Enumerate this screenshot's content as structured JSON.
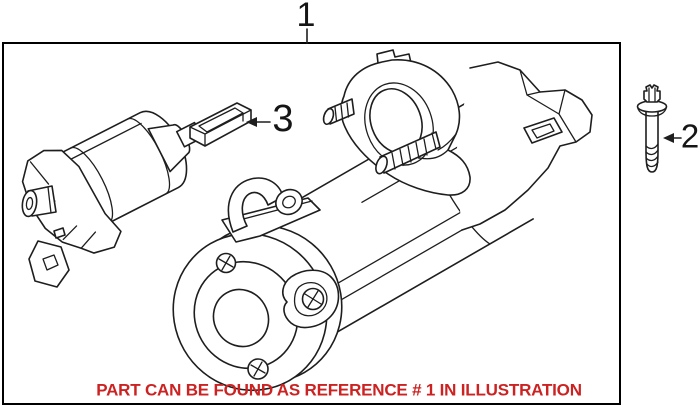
{
  "figure": {
    "background_color": "#ffffff",
    "frame_color": "#000000",
    "line_color": "#1e1e1e"
  },
  "callouts": {
    "ref1": {
      "label": "1"
    },
    "ref2": {
      "label": "2"
    },
    "ref3": {
      "label": "3"
    }
  },
  "note": {
    "text": "PART CAN BE FOUND AS REFERENCE # 1 IN ILLUSTRATION",
    "color": "#cc2222"
  }
}
